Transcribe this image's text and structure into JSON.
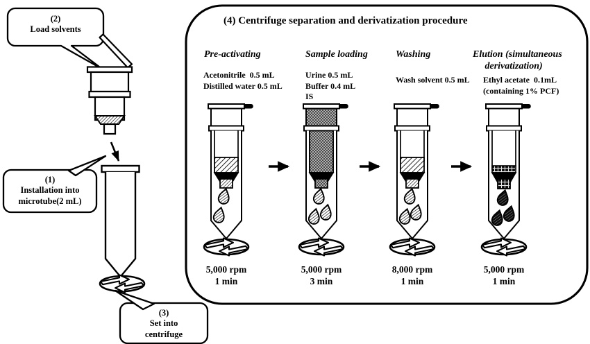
{
  "figure": {
    "type": "scientific-workflow-diagram",
    "background": "#ffffff",
    "ink": "#000000"
  },
  "callouts": [
    {
      "id": "load-solvents",
      "number": "(2)",
      "label": "Load solvents",
      "text": "(2)\nLoad solvents"
    },
    {
      "id": "installation-into-microtube",
      "number": "(1)",
      "label": "Installation into\nmicrotube(2 mL)",
      "text": "(1)\nInstallation into\nmicrotube(2 mL)"
    },
    {
      "id": "set-into-centrifuge",
      "number": "(3)",
      "label": "Set into\ncentrifuge",
      "text": "(3)\nSet into\ncentrifuge"
    }
  ],
  "panel": {
    "number": "(4)",
    "title": "(4) Centrifuge separation and derivatization procedure",
    "columns": [
      {
        "id": "pre-activating",
        "heading": "Pre-activating",
        "reagents": "Acetonitrile  0.5 mL\nDistilled water 0.5 mL",
        "speed": "5,000 rpm",
        "time": "1 min",
        "spin_text": "5,000 rpm\n1 min",
        "fill_style": "hatched",
        "fill_color": "#ffffff",
        "drop_color": "#ffffff"
      },
      {
        "id": "sample-loading",
        "heading": "Sample loading",
        "reagents": "Urine 0.5 mL\nBuffer 0.4 mL\nIS",
        "speed": "5,000 rpm",
        "time": "3 min",
        "spin_text": "5,000 rpm\n3 min",
        "fill_style": "stippled-dark",
        "fill_color": "#6e6e6e",
        "drop_color": "#ffffff"
      },
      {
        "id": "washing",
        "heading": "Washing",
        "reagents": "Wash solvent 0.5 mL",
        "speed": "8,000 rpm",
        "time": "1 min",
        "spin_text": "8,000 rpm\n1 min",
        "fill_style": "hatched",
        "fill_color": "#ffffff",
        "drop_color": "#ffffff"
      },
      {
        "id": "elution-simultaneous-derivatization",
        "heading": "Elution (simultaneous\n     derivatization)",
        "heading_line1": "Elution (simultaneous",
        "heading_line2": "derivatization)",
        "reagents": "Ethyl acetate  0.1mL\n(containing 1% PCF)",
        "speed": "5,000 rpm",
        "time": "1 min",
        "spin_text": "5,000 rpm\n1 min",
        "fill_style": "grid-black",
        "fill_color": "#111111",
        "drop_color": "#111111"
      }
    ],
    "flow_arrows": 3,
    "centrifuge_icons": 4
  },
  "icons": {
    "spin": "centrifuge-rotation-icon",
    "arrow": "flow-arrow-icon",
    "cartridge": "spe-cartridge-icon",
    "microtube": "microtube-icon",
    "pipette": "pipette-icon",
    "droplet": "droplet-icon"
  }
}
